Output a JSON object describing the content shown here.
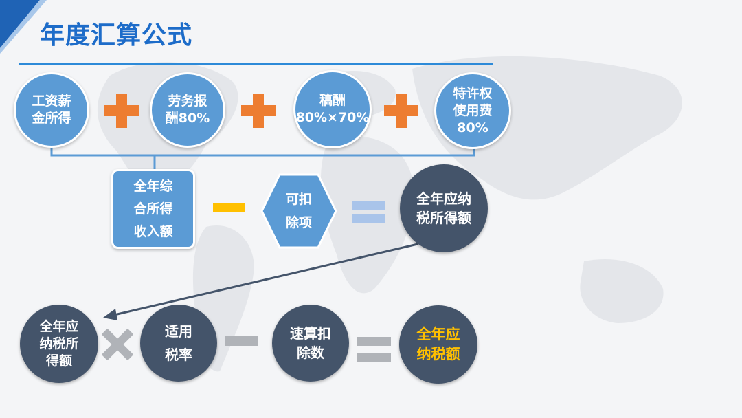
{
  "title": "年度汇算公式",
  "row1": {
    "salary": "工资薪\n金所得",
    "labor": "劳务报\n酬80%",
    "manuscript": "稿酬\n80%×70%",
    "royalty": "特许权\n使用费\n80%"
  },
  "row2": {
    "total_income": "全年综\n合所得\n收入额",
    "deductible": "可扣\n除项",
    "taxable": "全年应纳\n税所得额"
  },
  "row3": {
    "taxable_income": "全年应\n纳税所\n得额",
    "rate": "适用\n税率",
    "quick_deduction": "速算扣\n除数",
    "tax_payable": "全年应\n纳税额"
  },
  "colors": {
    "title": "#1d6cc9",
    "blue_circle": "#5b9bd5",
    "dark_circle": "#44546a",
    "plus": "#ed7d31",
    "minus_yellow": "#ffc000",
    "equals_light": "#a9c4ea",
    "operator_gray": "#b0b3b8",
    "result_text": "#ffc000"
  },
  "icons": [
    "plus-icon",
    "minus-icon",
    "equals-icon",
    "times-icon",
    "arrow-icon",
    "world-map"
  ]
}
